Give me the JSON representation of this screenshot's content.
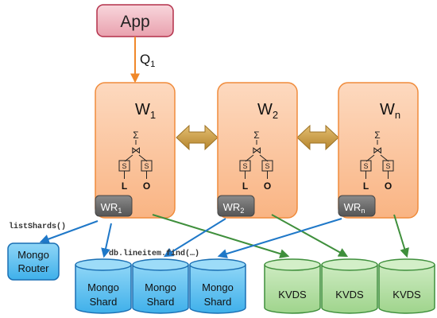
{
  "app": {
    "label": "App",
    "query_label": "Q",
    "query_sub": "1"
  },
  "workers": [
    {
      "name": "W",
      "sub": "1",
      "wrapper": "WR",
      "wrapper_sub": "1"
    },
    {
      "name": "W",
      "sub": "2",
      "wrapper": "WR",
      "wrapper_sub": "2"
    },
    {
      "name": "W",
      "sub": "n",
      "wrapper": "WR",
      "wrapper_sub": "n"
    }
  ],
  "plan": {
    "aggregate": "Σ",
    "join": "⋈",
    "select": "S",
    "left_table": "L",
    "right_table": "O"
  },
  "calls": {
    "list_shards": "listShards()",
    "find": "db.lineitem.find(…)"
  },
  "router": {
    "line1": "Mongo",
    "line2": "Router"
  },
  "mongo_shards": [
    {
      "line1": "Mongo",
      "line2": "Shard"
    },
    {
      "line1": "Mongo",
      "line2": "Shard"
    },
    {
      "line1": "Mongo",
      "line2": "Shard"
    }
  ],
  "kvds": [
    {
      "label": "KVDS"
    },
    {
      "label": "KVDS"
    },
    {
      "label": "KVDS"
    }
  ],
  "colors": {
    "app_fill": "#f1b9c2",
    "app_stroke": "#b3304a",
    "worker_fill": "#fcc7a0",
    "worker_stroke": "#f08c3c",
    "wrapper_fill": "#6f6f6f",
    "mongo_fill": "#6cc7f3",
    "mongo_stroke": "#1a6fb3",
    "kvds_fill": "#b6e2a6",
    "kvds_stroke": "#3f8f3c",
    "blue_arrow": "#1f78c8",
    "green_arrow": "#3f8f3c",
    "orange_arrow": "#f0882a",
    "double_arrow": "#c99a3e"
  }
}
